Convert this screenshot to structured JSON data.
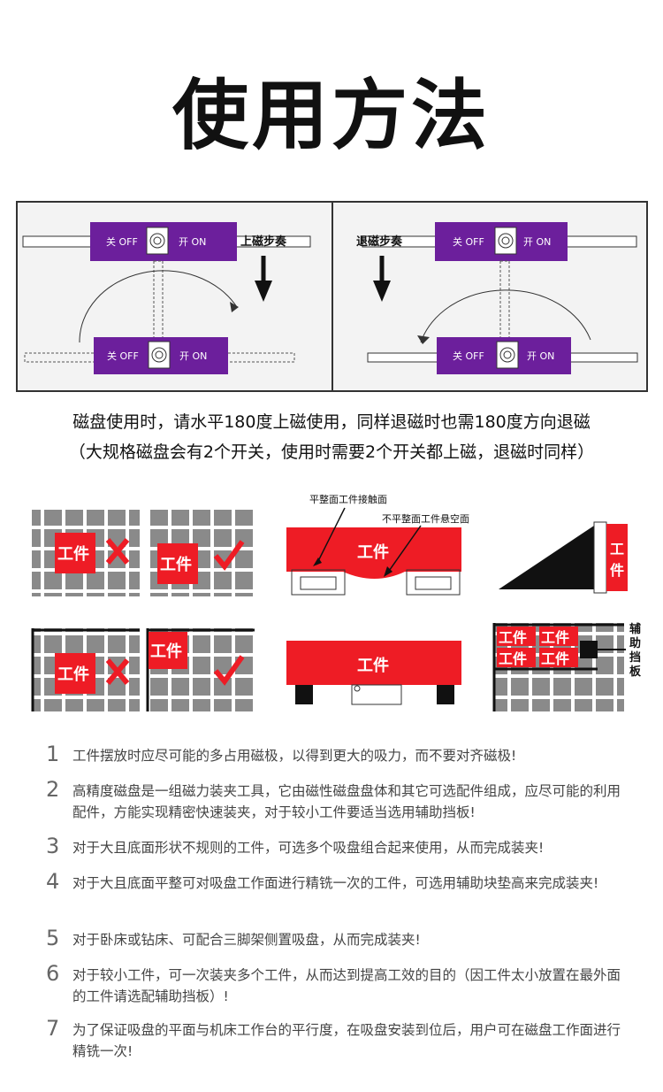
{
  "title": "使用方法",
  "diagram": {
    "switch_off": "关 OFF",
    "switch_on": "开 ON",
    "mag_on_step": "上磁步奏",
    "mag_off_step": "退磁步奏"
  },
  "caption": {
    "line1": "磁盘使用时，请水平180度上磁使用，同样退磁时也需180度方向退磁",
    "line2": "（大规格磁盘会有2个开关，使用时需要2个开关都上磁，退磁时同样）"
  },
  "figures": {
    "workpiece": "工件",
    "flat_contact": "平整面工件接触面",
    "uneven_contact": "不平整面工件悬空面",
    "aux_plate": "辅助挡板"
  },
  "steps": [
    {
      "num": "1",
      "text": "工件摆放时应尽可能的多占用磁极，以得到更大的吸力，而不要对齐磁极!"
    },
    {
      "num": "2",
      "text": "高精度磁盘是一组磁力装夹工具，它由磁性磁盘盘体和其它可选配件组成，应尽可能的利用配件，方能实现精密快速装夹，对于较小工件要适当选用辅助挡板!"
    },
    {
      "num": "3",
      "text": "对于大且底面形状不规则的工件，可选多个吸盘组合起来使用，从而完成装夹!"
    },
    {
      "num": "4",
      "text": "对于大且底面平整可对吸盘工作面进行精铣一次的工件，可选用辅助块垫高来完成装夹!"
    },
    {
      "num": "5",
      "text": "对于卧床或钻床、可配合三脚架侧置吸盘，从而完成装夹!"
    },
    {
      "num": "6",
      "text": "对于较小工件，可一次装夹多个工件，从而达到提高工效的目的（因工件太小放置在最外面的工件请选配辅助挡板）!"
    },
    {
      "num": "7",
      "text": "为了保证吸盘的平面与机床工作台的平行度，在吸盘安装到位后，用户可在磁盘工作面进行精铣一次!"
    }
  ],
  "colors": {
    "purple": "#6c1f9c",
    "red": "#ee1c25",
    "grid": "#8a8a8a"
  }
}
